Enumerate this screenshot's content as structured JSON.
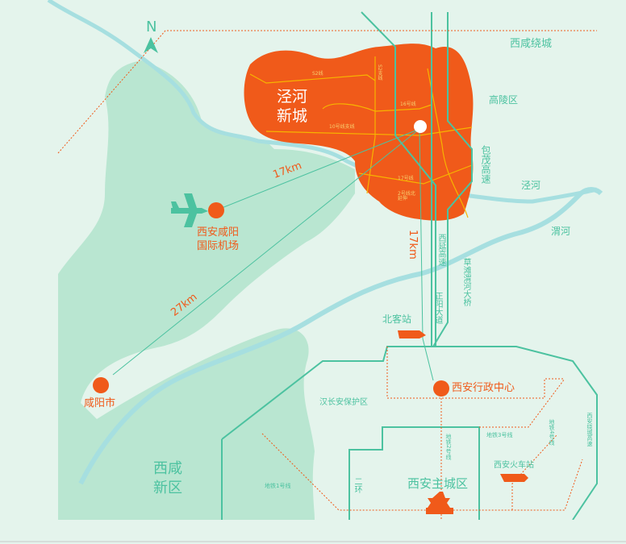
{
  "compass": {
    "label": "N"
  },
  "roads": {
    "xixian_ring": "西咸绕城",
    "baomao": "包茂高速",
    "xiyan": "西延高速",
    "caotan_bridge": "草滩渭河大桥",
    "zhengyang": "正阳大道",
    "xian_ring": "西安绕城高速",
    "second_ring": "二环"
  },
  "districts": {
    "gaoling": "高陵区",
    "jinghe_newcity": "泾河新城",
    "xixian_new": "西咸新区",
    "hanchangan": "汉长安保护区",
    "main_city": "西安主城区"
  },
  "rivers": {
    "jing": "泾河",
    "wei": "渭河"
  },
  "distances": {
    "airport": "17km",
    "north_station": "17km",
    "xianyang": "27km"
  },
  "places": {
    "airport": "西安咸阳国际机场",
    "xianyang": "咸阳市",
    "north_station": "北客站",
    "admin_center": "西安行政中心",
    "railway_station": "西安火车站"
  },
  "metro": {
    "line1": "地铁1号线",
    "line2": "地铁2号线",
    "line3": "地铁3号线",
    "line4": "地铁4号线",
    "s2": "S2线",
    "s2_branch": "S2支线",
    "line16": "16号线",
    "line10_branch": "10号线支线",
    "line17": "17号线",
    "line2_ext": "2号线北延伸"
  },
  "colors": {
    "accent": "#f05a1a",
    "teal": "#4cc2a0",
    "green_zone": "#b9e6d1",
    "river": "#a6dfe0"
  }
}
